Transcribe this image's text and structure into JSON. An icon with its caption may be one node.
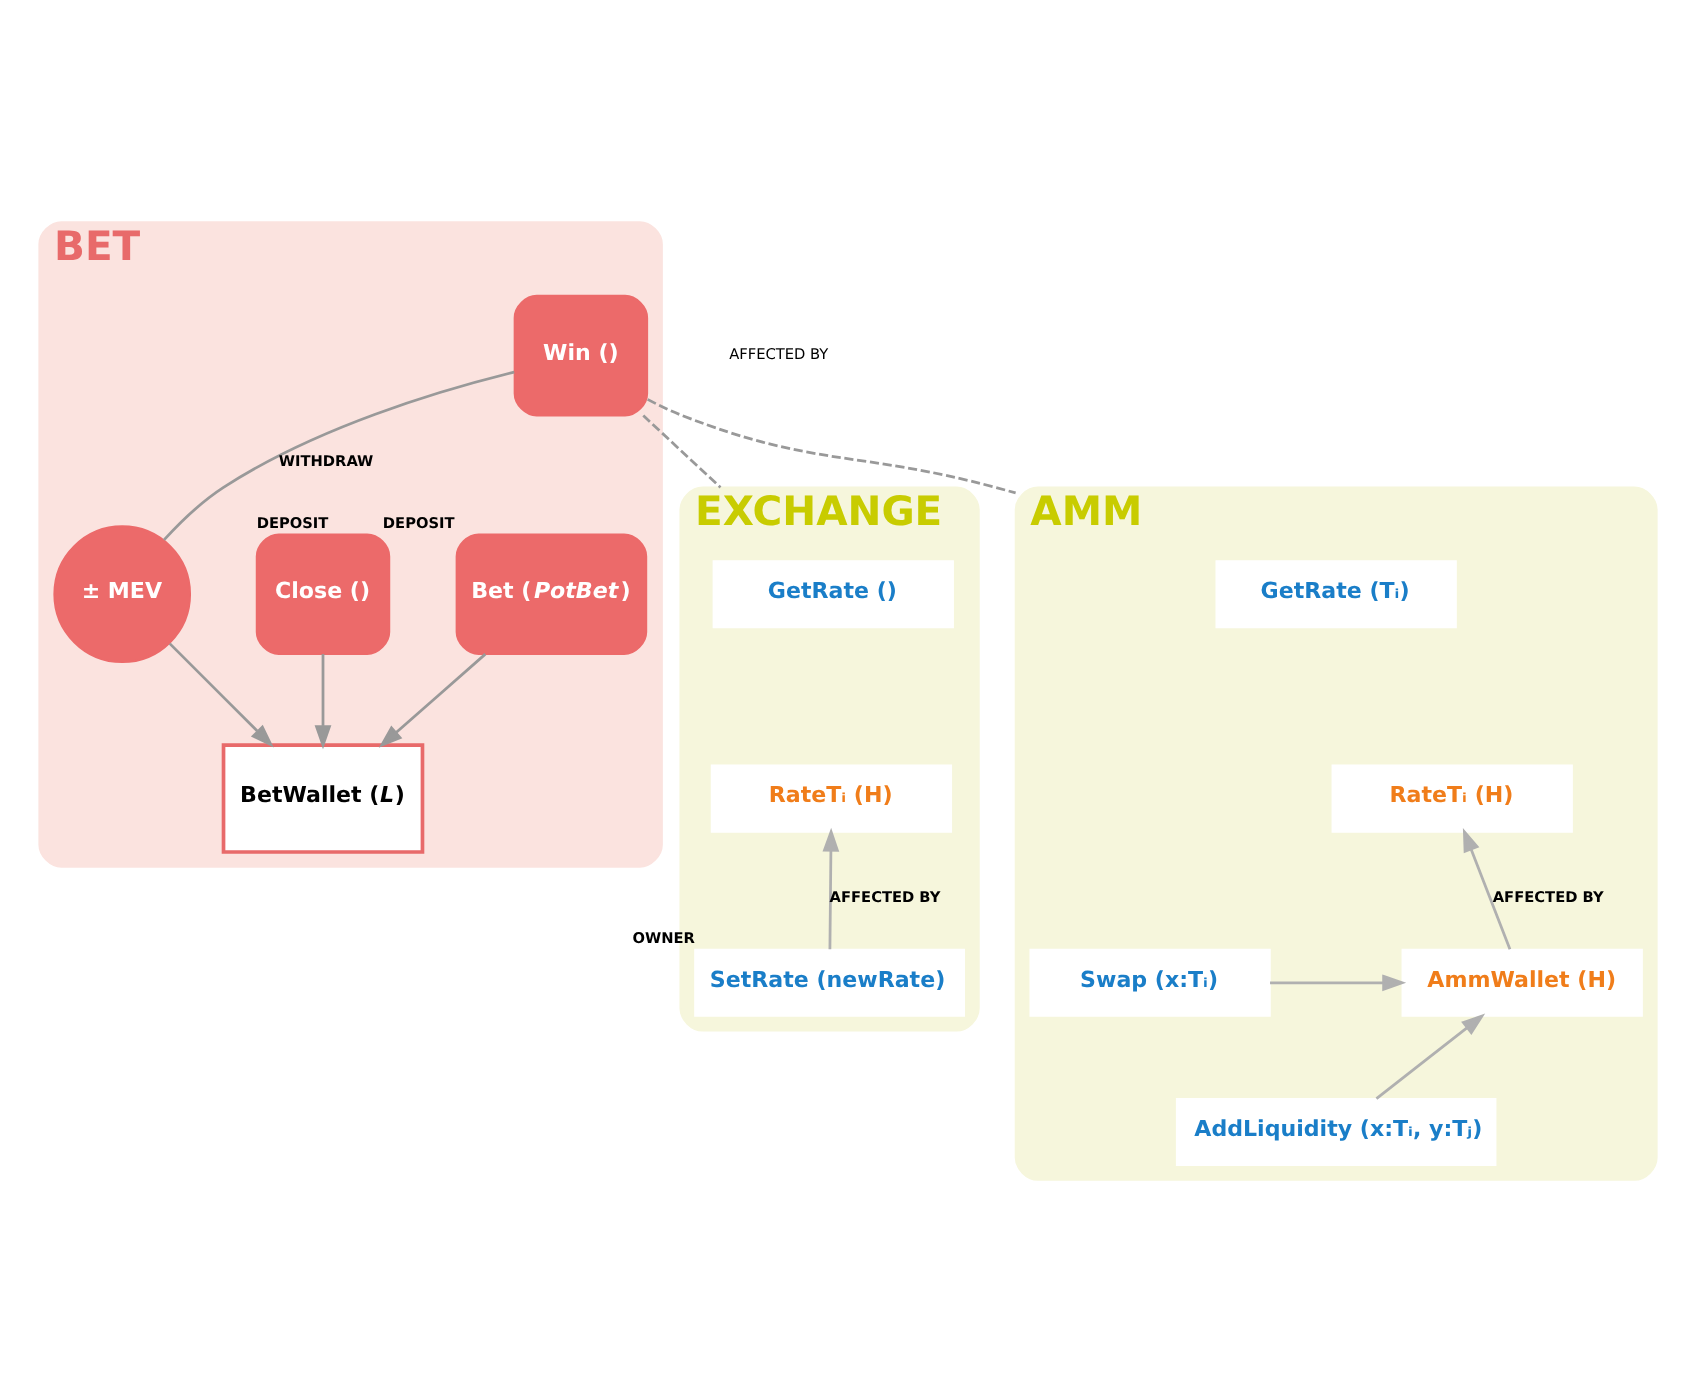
{
  "diagram": {
    "nodes": [
      {
        "text": [
          "BET"
        ]
      },
      {
        "text": [
          "Bet (*PotBet*)"
        ],
        "in": 0,
        "beside": [
          "DEPOSIT"
        ]
      },
      {
        "text": [
          "Close ()"
        ],
        "in": 0,
        "beside": [
          "DEPOSIT"
        ]
      },
      {
        "text": [
          "Win ()"
        ],
        "in": 0
      },
      {
        "text": [
          "± MEV"
        ],
        "in": 0
      },
      {
        "text": [
          "BetWallet (*L*)"
        ],
        "in": 0
      },
      {
        "text": [
          "EXCHANGE"
        ]
      },
      {
        "text": [
          "GetRate ()"
        ],
        "in": 6
      },
      {
        "text": [
          "RateTᵢ (H)"
        ],
        "in": 6
      },
      {
        "text": [
          "SetRate (newRate)"
        ],
        "in": 6,
        "beside": [
          "OWNER"
        ]
      },
      {
        "text": [
          "AMM"
        ]
      },
      {
        "text": [
          "GetRate (Tᵢ)"
        ],
        "in": 10
      },
      {
        "text": [
          "RateTᵢ (H)"
        ],
        "in": 10
      },
      {
        "text": [
          "AmmWallet (H)"
        ],
        "in": 10
      },
      {
        "text": [
          "Swap (x:Tᵢ)"
        ],
        "in": 10
      },
      {
        "text": [
          "AddLiquidity (x:Tᵢ, y:Tⱼ)"
        ],
        "in": 10
      }
    ],
    "edges": [
      {
        "from": 1,
        "to": 5,
        "arrow": "to"
      },
      {
        "from": 2,
        "to": 5,
        "arrow": "to"
      },
      {
        "from": 3,
        "to": 4,
        "arrow": "none",
        "label": "WITHDRAW"
      },
      {
        "from": 4,
        "to": 5,
        "arrow": "to"
      },
      {
        "from": 3,
        "to": 6,
        "arrow": "none",
        "style": "dashed"
      },
      {
        "from": 3,
        "to": 10,
        "arrow": "none",
        "style": "dashed"
      },
      {
        "from": 9,
        "to": 8,
        "arrow": "to",
        "label": "AFFECTED BY",
        "color": "#b0b0b0"
      },
      {
        "from": 13,
        "to": 12,
        "arrow": "to",
        "label": "AFFECTED BY",
        "color": "#b0b0b0"
      },
      {
        "from": 14,
        "to": 13,
        "arrow": "to",
        "color": "#b0b0b0"
      },
      {
        "from": 15,
        "to": 13,
        "arrow": "to",
        "color": "#b0b0b0"
      }
    ],
    "labels": [
      "AFFECTED BY"
    ]
  }
}
